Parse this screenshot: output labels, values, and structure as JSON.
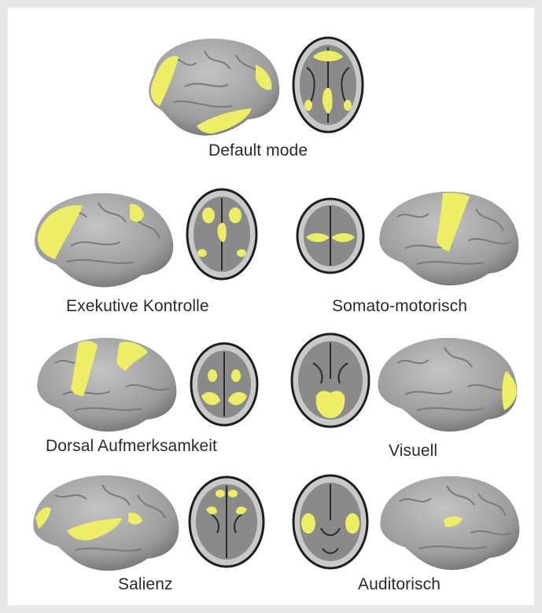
{
  "figure": {
    "networks": [
      {
        "id": "default-mode",
        "label": "Default mode"
      },
      {
        "id": "exekutive-kontrolle",
        "label": "Exekutive Kontrolle"
      },
      {
        "id": "somato-motorisch",
        "label": "Somato-motorisch"
      },
      {
        "id": "dorsal-aufmerksamkeit",
        "label": "Dorsal Aufmerksamkeit"
      },
      {
        "id": "visuell",
        "label": "Visuell"
      },
      {
        "id": "salienz",
        "label": "Salienz"
      },
      {
        "id": "auditorisch",
        "label": "Auditorisch"
      }
    ]
  },
  "colors": {
    "cortex": "#a9a9a9",
    "cortex_shadow": "#6e6e6e",
    "activation": "#eeee66",
    "mri_dark": "#1e1e1e",
    "mri_mid": "#8a8a8a",
    "mri_light": "#c9c9c9",
    "background": "#ffffff",
    "border": "#e8e8e8"
  }
}
